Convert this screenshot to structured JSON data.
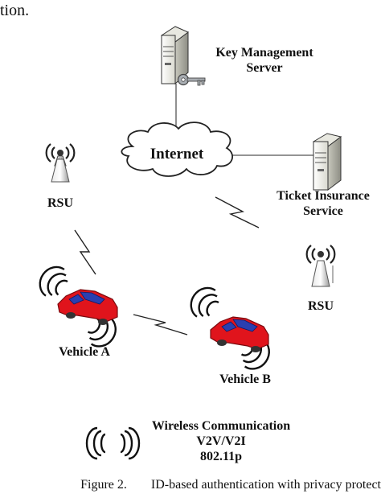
{
  "header_fragment": "tion.",
  "nodes": {
    "kms": {
      "line1": "Key Management",
      "line2": "Server"
    },
    "internet": "Internet",
    "tis": {
      "line1": "Ticket Insurance",
      "line2": "Service"
    },
    "rsu_left": "RSU",
    "rsu_right": "RSU",
    "vehicle_a": "Vehicle A",
    "vehicle_b": "Vehicle B"
  },
  "legend": {
    "line1": "Wireless Communication",
    "line2": "V2V/V2I",
    "line3": "802.11p"
  },
  "caption": {
    "figure_number": "Figure 2.",
    "text": "ID-based authentication with privacy protect"
  },
  "colors": {
    "car_body": "#e0141c",
    "car_window": "#2a3fb0",
    "server_body": "#f2f2ec",
    "key": "#9aa0a6"
  }
}
